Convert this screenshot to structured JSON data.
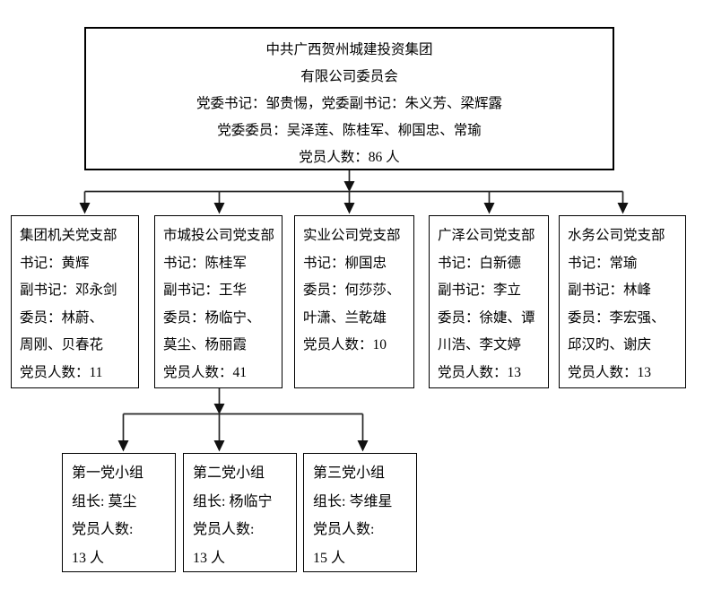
{
  "org_chart": {
    "root": {
      "lines": [
        "中共广西贺州城建投资集团",
        "有限公司委员会",
        "党委书记：邹贵惕，党委副书记：朱义芳、梁辉露",
        "党委委员：吴泽莲、陈桂军、柳国忠、常瑜",
        "党员人数：86 人"
      ]
    },
    "branches": [
      {
        "title": "集团机关党支部",
        "lines": [
          "书记：黄辉",
          "副书记：邓永剑",
          "委员：林蔚、",
          "周刚、贝春花",
          "党员人数：11"
        ]
      },
      {
        "title": "市城投公司党支部",
        "lines": [
          "书记：陈桂军",
          "副书记：王华",
          "委员：杨临宁、",
          "莫尘、杨丽霞",
          "党员人数：41"
        ]
      },
      {
        "title": "实业公司党支部",
        "lines": [
          "书记：柳国忠",
          "委员：何莎莎、",
          "叶潇、兰乾雄",
          "党员人数：10"
        ]
      },
      {
        "title": "广泽公司党支部",
        "lines": [
          "书记：白新德",
          "副书记：李立",
          "委员：徐婕、谭",
          "川浩、李文婷",
          "党员人数：13"
        ]
      },
      {
        "title": "水务公司党支部",
        "lines": [
          "书记：常瑜",
          "副书记：林峰",
          "委员：李宏强、",
          "邱汉旳、谢庆",
          "党员人数：13"
        ]
      }
    ],
    "groups": [
      {
        "title": "第一党小组",
        "lines": [
          "组长: 莫尘",
          "党员人数:",
          "13 人"
        ]
      },
      {
        "title": "第二党小组",
        "lines": [
          "组长: 杨临宁",
          "党员人数:",
          "13 人"
        ]
      },
      {
        "title": "第三党小组",
        "lines": [
          "组长: 岑维星",
          "党员人数:",
          "15 人"
        ]
      }
    ],
    "colors": {
      "background": "#ffffff",
      "border": "#000000",
      "text": "#000000",
      "connector": "#262626"
    }
  }
}
